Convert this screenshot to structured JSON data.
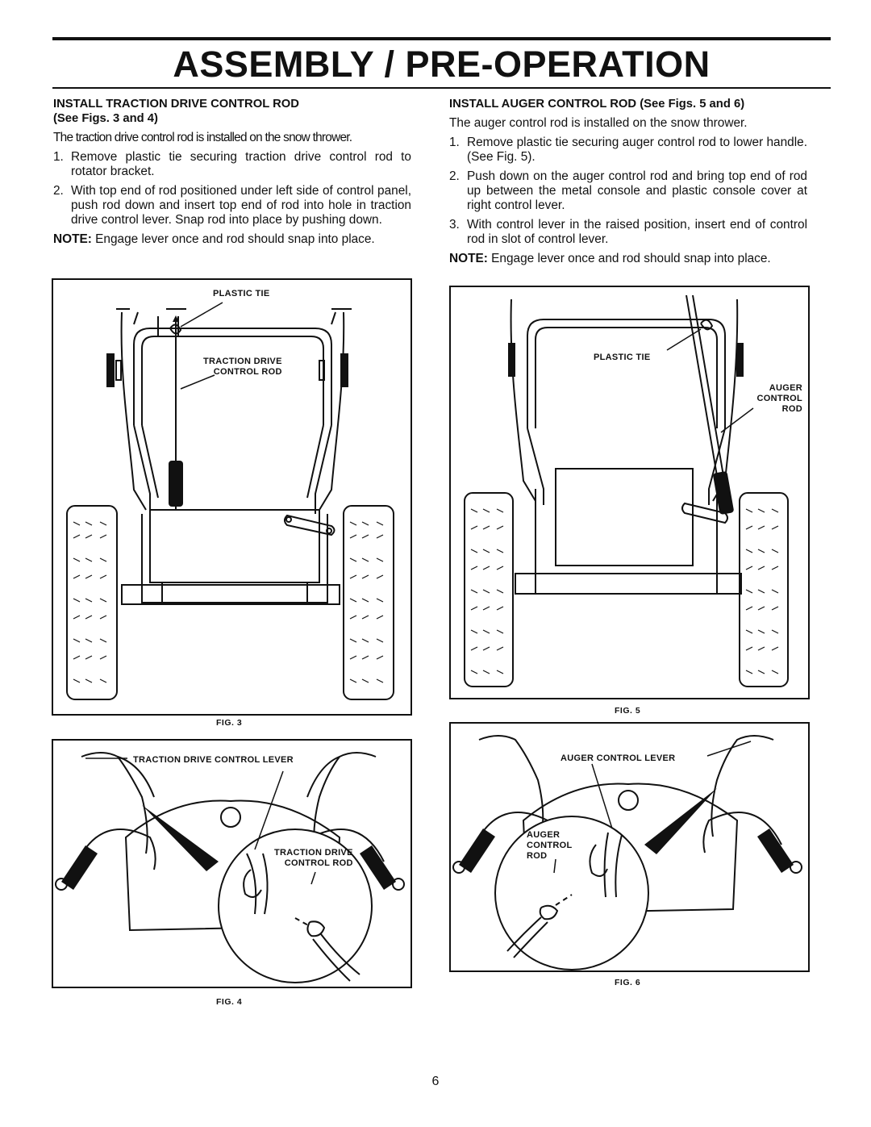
{
  "header": {
    "title": "ASSEMBLY / PRE-OPERATION"
  },
  "left_section": {
    "heading_line1": "INSTALL TRACTION DRIVE CONTROL ROD",
    "heading_line2": "(See Figs. 3 and 4)",
    "intro": "The traction drive control rod is installed on the snow thrower.",
    "steps": [
      {
        "num": "1.",
        "text": "Remove plastic tie securing traction drive control rod to rotator bracket."
      },
      {
        "num": "2.",
        "text": "With top end of rod positioned under left side of control panel, push rod down and insert top end of rod into hole in traction drive control lever. Snap rod into place by pushing down."
      }
    ],
    "note_label": "NOTE:",
    "note_text": " Engage lever once and rod should snap into place."
  },
  "right_section": {
    "heading": "INSTALL AUGER CONTROL ROD (See Figs. 5 and 6)",
    "intro": "The auger control rod is installed on the snow thrower.",
    "steps": [
      {
        "num": "1.",
        "text": "Remove plastic tie securing auger control rod to lower handle. (See Fig. 5)."
      },
      {
        "num": "2.",
        "text": "Push down on the auger control rod and bring top end of rod up between the metal console and plastic console cover at right control lever."
      },
      {
        "num": "3.",
        "text": "With control lever in the raised position, insert end of control rod in slot of control lever."
      }
    ],
    "note_label": "NOTE:",
    "note_text": " Engage lever once and rod should snap into place."
  },
  "figures": {
    "fig3": {
      "caption": "FIG. 3",
      "label_plastic_tie": "PLASTIC TIE",
      "label_rod_line1": "TRACTION DRIVE",
      "label_rod_line2": "CONTROL ROD"
    },
    "fig4": {
      "caption": "FIG. 4",
      "label_lever": "TRACTION DRIVE CONTROL LEVER",
      "label_rod_line1": "TRACTION DRIVE",
      "label_rod_line2": "CONTROL ROD"
    },
    "fig5": {
      "caption": "FIG. 5",
      "label_plastic_tie": "PLASTIC TIE",
      "label_rod_line1": "AUGER",
      "label_rod_line2": "CONTROL",
      "label_rod_line3": "ROD"
    },
    "fig6": {
      "caption": "FIG. 6",
      "label_lever": "AUGER CONTROL LEVER",
      "label_rod_line1": "AUGER",
      "label_rod_line2": "CONTROL",
      "label_rod_line3": "ROD"
    }
  },
  "footer": {
    "page_number": "6"
  }
}
